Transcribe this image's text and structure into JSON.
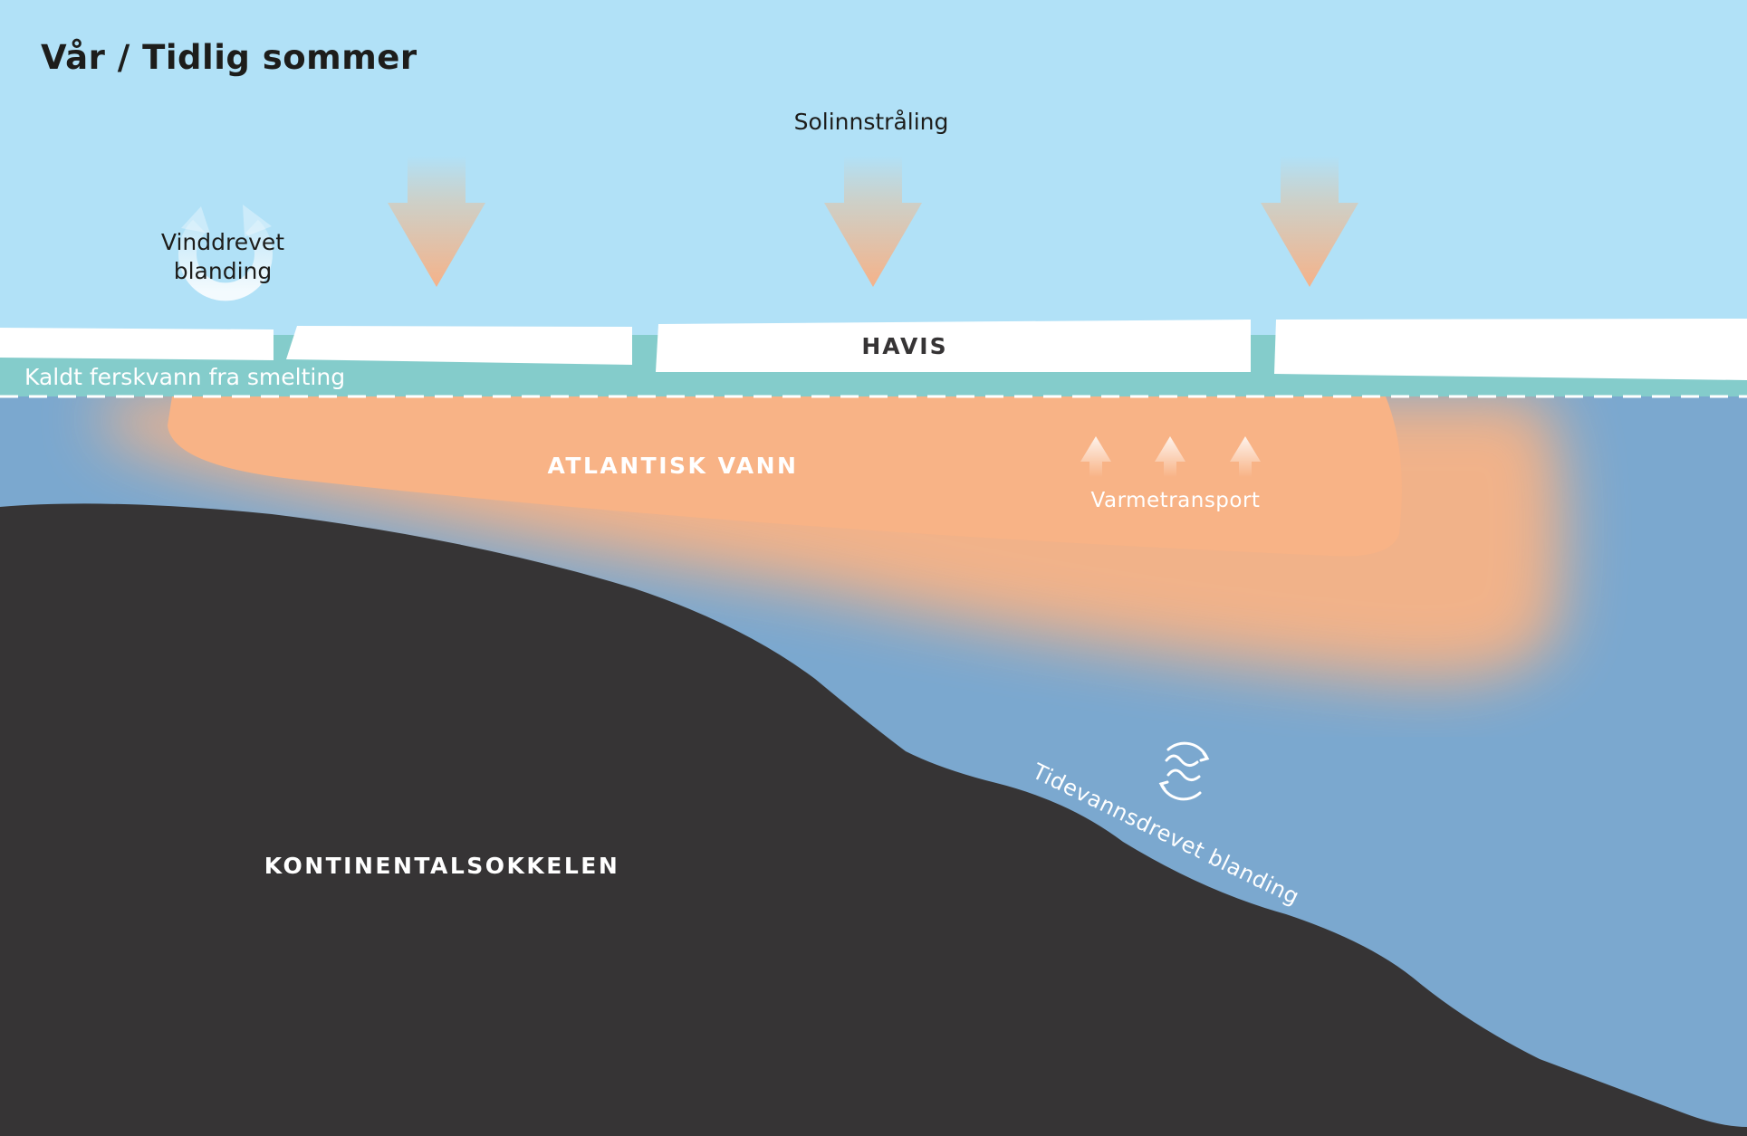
{
  "title": "Vår / Tidlig sommer",
  "labels": {
    "solar_radiation": "Solinnstråling",
    "wind_mixing_line1": "Vinddrevet",
    "wind_mixing_line2": "blanding",
    "sea_ice": "HAVIS",
    "meltwater": "Kaldt ferskvann fra smelting",
    "atlantic_water": "ATLANTISK VANN",
    "heat_transport": "Varmetransport",
    "tidal_mixing": "Tidevannsdrevet blanding",
    "continental_shelf": "KONTINENTALSOKKELEN"
  },
  "icons": {
    "solar_arrows": [
      "arrow-down-icon",
      "arrow-down-icon",
      "arrow-down-icon"
    ],
    "heat_arrows": [
      "arrow-up-icon",
      "arrow-up-icon",
      "arrow-up-icon"
    ],
    "wind_mixing": "circular-arrows-icon",
    "tidal_mixing": "wave-cycle-icon"
  },
  "colors": {
    "sky": "#b1e1f7",
    "meltwater": "#84cccb",
    "ocean": "#7ba8cf",
    "atlantic_water": "#f8b386",
    "seabed": "#363435",
    "ice": "#ffffff",
    "text_dark": "#1d1d1b",
    "text_light": "#ffffff"
  }
}
